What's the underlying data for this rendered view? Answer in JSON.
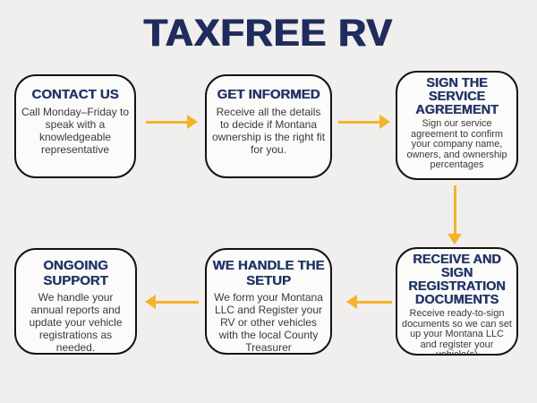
{
  "page": {
    "title": "TAXFREE RV"
  },
  "colors": {
    "navy": "#1f2c5c",
    "heading": "#223467",
    "body-text": "#3a3a3a",
    "arrow": "#f5b32b",
    "background": "#f0efed",
    "box-fill": "#fbfbfa",
    "box-border": "#141414"
  },
  "icons": {
    "flow_arrows": [
      "arrow-right-icon",
      "arrow-right-icon",
      "arrow-down-icon",
      "arrow-left-icon",
      "arrow-left-icon"
    ]
  },
  "steps": [
    {
      "title": "CONTACT US",
      "body": "Call Monday–Friday to speak with a knowledgeable representative"
    },
    {
      "title": "GET INFORMED",
      "body": "Receive all the details to decide if Montana ownership is the right fit for you."
    },
    {
      "title": "SIGN THE SERVICE AGREEMENT",
      "body": "Sign our service agreement to confirm your company name, owners, and ownership percentages"
    },
    {
      "title": "RECEIVE AND SIGN REGISTRATION DOCUMENTS",
      "body": "Receive ready-to-sign documents so we can set up your Montana LLC and register your vehicle(s)"
    },
    {
      "title": "WE HANDLE THE SETUP",
      "body": "We form your Montana LLC and Register your RV or other vehicles with the local County Treasurer"
    },
    {
      "title": "ONGOING SUPPORT",
      "body": "We handle your annual reports and update your vehicle registrations as needed."
    }
  ]
}
